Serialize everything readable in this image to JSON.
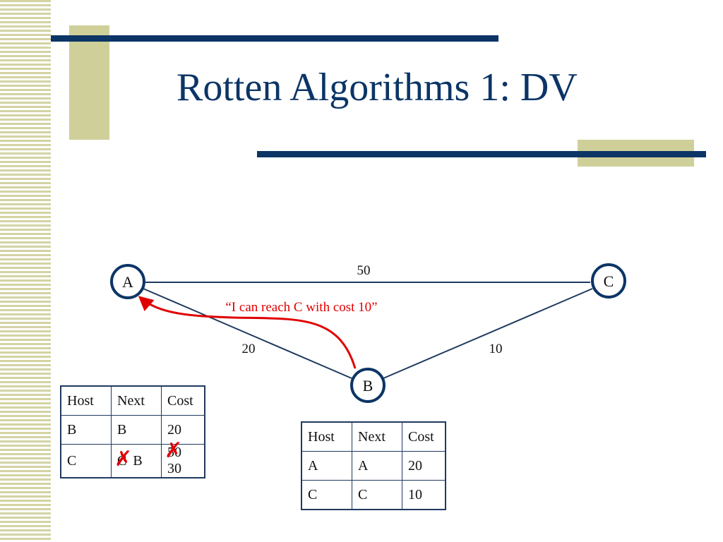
{
  "slide": {
    "title": "Rotten Algorithms 1: DV"
  },
  "colors": {
    "title": "#0c3566",
    "accent_bar": "#0c3566",
    "accent_block": "#cfcf99",
    "edge": "#1f3a5f",
    "message": "#e00000"
  },
  "diagram": {
    "nodes": [
      {
        "id": "A",
        "label": "A"
      },
      {
        "id": "B",
        "label": "B"
      },
      {
        "id": "C",
        "label": "C"
      }
    ],
    "edges": [
      {
        "from": "A",
        "to": "C",
        "label": "50"
      },
      {
        "from": "A",
        "to": "B",
        "label": "20"
      },
      {
        "from": "B",
        "to": "C",
        "label": "10"
      }
    ],
    "message": {
      "from": "B",
      "to": "A",
      "text": "“I can reach C with cost 10”"
    }
  },
  "table_a": {
    "headers": [
      "Host",
      "Next",
      "Cost"
    ],
    "rows": [
      {
        "host": "B",
        "next": "B",
        "cost": "20"
      },
      {
        "host": "C",
        "next_old": "C",
        "next": "B",
        "cost_old": "50",
        "cost": "30"
      }
    ]
  },
  "table_b": {
    "headers": [
      "Host",
      "Next",
      "Cost"
    ],
    "rows": [
      {
        "host": "A",
        "next": "A",
        "cost": "20"
      },
      {
        "host": "C",
        "next": "C",
        "cost": "10"
      }
    ]
  }
}
